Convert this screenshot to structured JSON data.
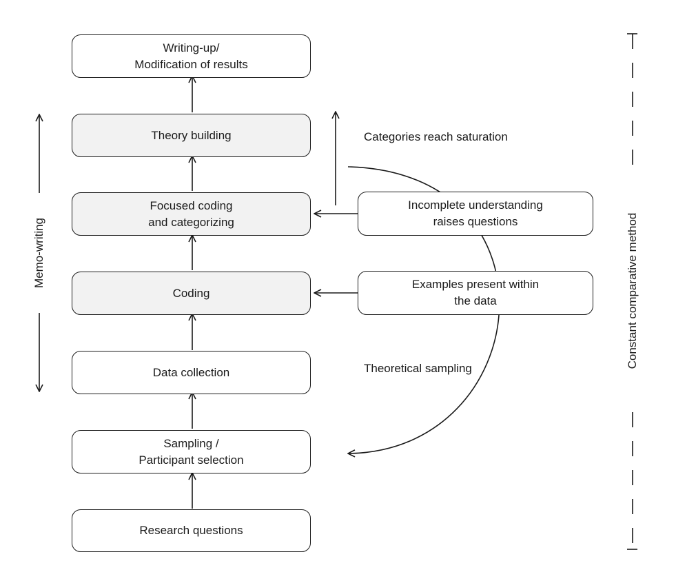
{
  "main_flow": {
    "writing_up": "Writing-up/\nModification of results",
    "theory_building": "Theory building",
    "focused_coding": "Focused coding\nand categorizing",
    "coding": "Coding",
    "data_collection": "Data collection",
    "sampling": "Sampling /\nParticipant selection",
    "research_questions": "Research questions"
  },
  "side_boxes": {
    "incomplete_understanding": "Incomplete understanding\nraises questions",
    "examples_present": "Examples present within\nthe data"
  },
  "annotations": {
    "categories_saturation": "Categories reach saturation",
    "theoretical_sampling": "Theoretical sampling",
    "memo_writing": "Memo-writing",
    "constant_comparative": "Constant comparative method"
  },
  "colors": {
    "stroke": "#1a1a1a",
    "shaded_fill": "#f2f2f2"
  }
}
